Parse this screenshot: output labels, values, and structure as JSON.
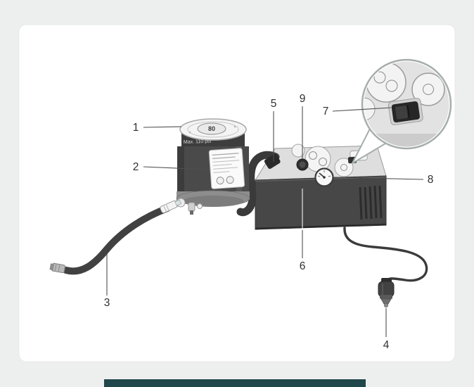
{
  "diagram": {
    "callouts": [
      "1",
      "2",
      "3",
      "4",
      "5",
      "6",
      "7",
      "8",
      "9"
    ],
    "bottle": {
      "gauge_value": "80",
      "max_pressure_label": "Max. 110 psi"
    },
    "colors": {
      "background": "#edefee",
      "panel": "#ffffff",
      "part_dark": "#474747",
      "bottom_bar": "#20474b",
      "leader_line": "#4e4e4e"
    }
  }
}
